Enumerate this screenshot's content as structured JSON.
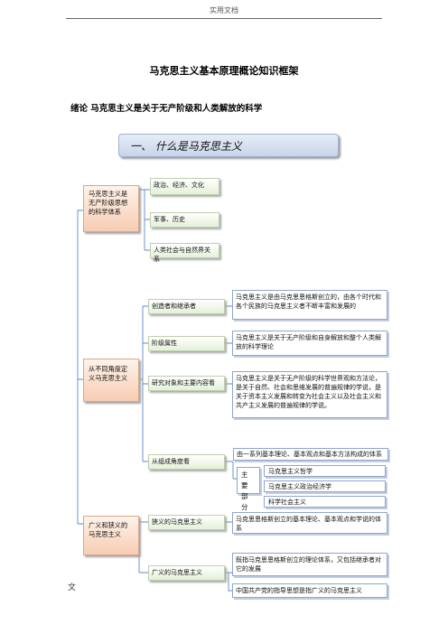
{
  "header": {
    "text": "实用文档"
  },
  "document": {
    "title": "马克思主义基本原理概论知识框架",
    "section_heading": "绪论  马克思主义是关于无产阶级和人类解放的科学",
    "footer_fragment": "文"
  },
  "diagram": {
    "banner": "一、  什么是马克思主义",
    "group1": {
      "label": "马克思主义是无产阶级思想的科学体系",
      "items": [
        "政治、经济、文化",
        "军事、历史",
        "人类社会与自然界关系"
      ]
    },
    "group2": {
      "label": "从不同角度定义马克思主义",
      "aspects": [
        {
          "label": "创造者和继承者",
          "desc": "马克思主义是由马克思恩格斯创立的，由各个时代和各个民族的马克思主义者不断丰富和发展的"
        },
        {
          "label": "阶级属性",
          "desc": "马克思主义是关于无产阶级和自身解放和整个人类解放的科学理论"
        },
        {
          "label": "研究对象和主要内容看",
          "desc": "马克思主义是关于无产阶级的科学世界观和方法论，是关于自然、社会和思维发展的普遍规律的学说，是关于资本主义发展和转变为社会主义以及社会主义和共产主义发展的普遍规律的学说。"
        },
        {
          "label": "从组成角度看",
          "desc": "由一系列基本理论、基本观点和基本方法构成的体系"
        }
      ],
      "components_label": "主 要 部 分",
      "components": [
        "马克思主义哲学",
        "马克思主义政治经济学",
        "科学社会主义"
      ]
    },
    "group3": {
      "label": "广义和狭义的马克思主义",
      "aspects": [
        {
          "label": "狭义的马克思主义",
          "desc": "马克思恩格斯创立的基本理论、基本观点和学说的体系"
        },
        {
          "label": "广义的马克思主义",
          "desc": "既指马克思恩格斯创立的理论体系，又包括继承者对它的发展"
        }
      ],
      "extra": "中国共产党的指导思想是指广义的马克思主义"
    }
  }
}
